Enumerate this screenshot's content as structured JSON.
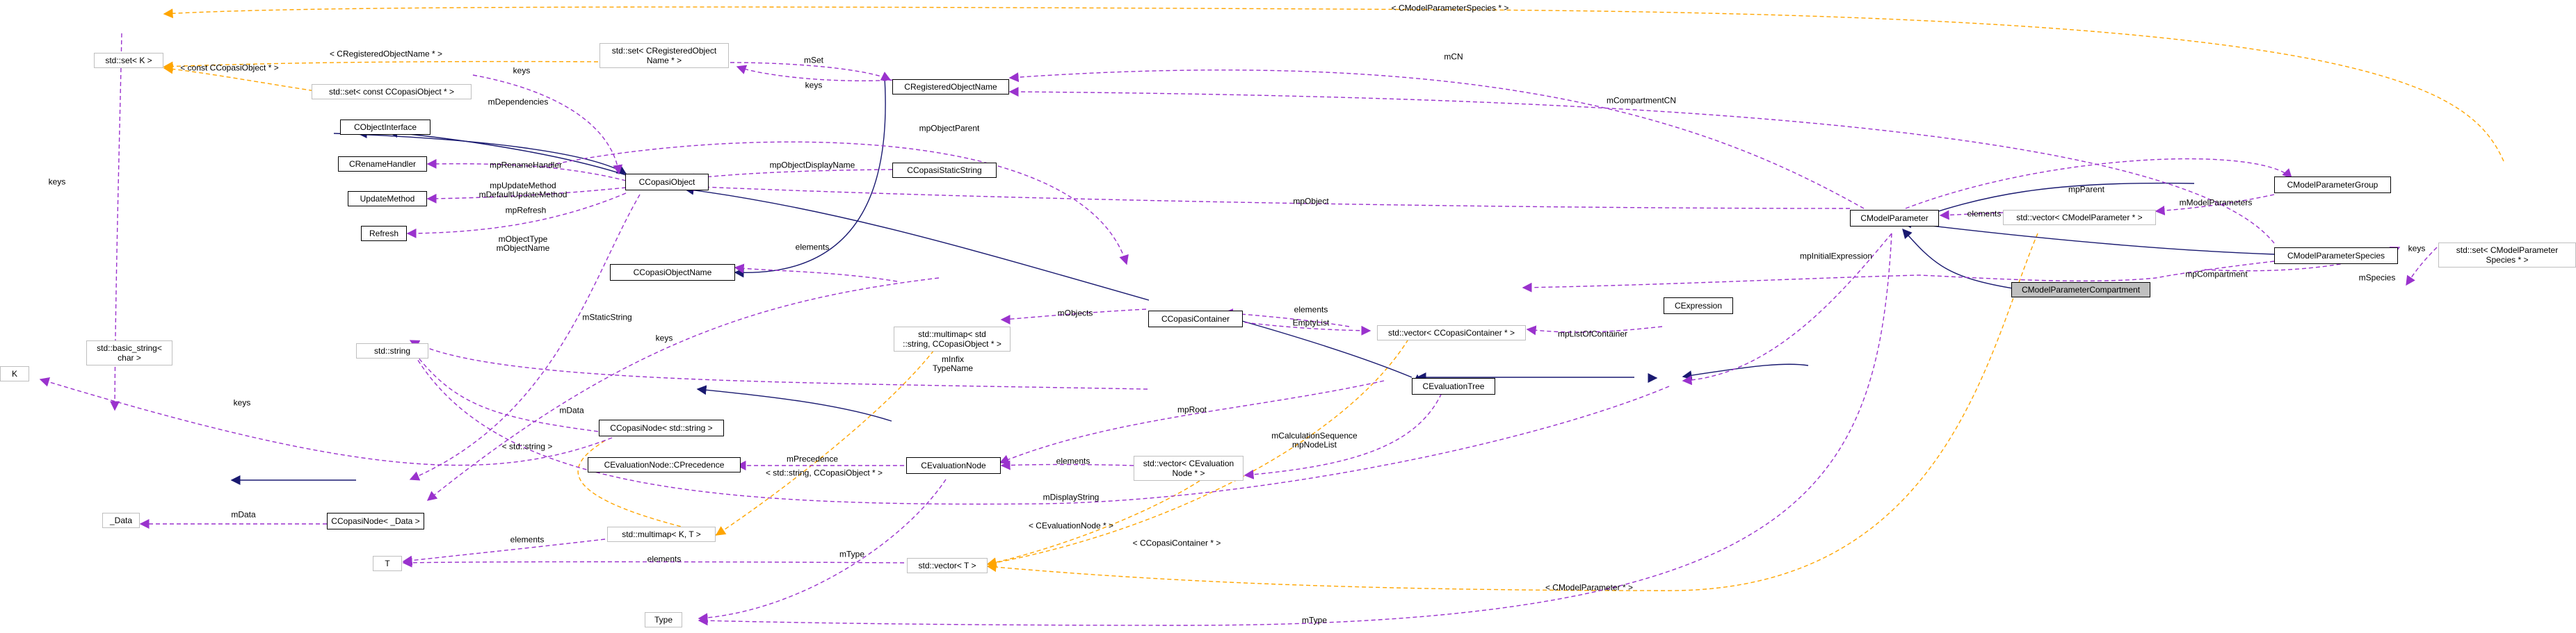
{
  "diagram": {
    "nodes": [
      {
        "id": "setK",
        "label": "std::set< K >",
        "external": true
      },
      {
        "id": "setRON",
        "label": "std::set< CRegisteredObject\nName * >",
        "external": true
      },
      {
        "id": "CRegisteredObjectName",
        "label": "CRegisteredObjectName"
      },
      {
        "id": "setCopasiObj",
        "label": "std::set< const CCopasiObject * >",
        "external": true
      },
      {
        "id": "CObjectInterface",
        "label": "CObjectInterface"
      },
      {
        "id": "CRenameHandler",
        "label": "CRenameHandler"
      },
      {
        "id": "UpdateMethod",
        "label": "UpdateMethod"
      },
      {
        "id": "Refresh",
        "label": "Refresh"
      },
      {
        "id": "CCopasiObject",
        "label": "CCopasiObject"
      },
      {
        "id": "CCopasiStaticString",
        "label": "CCopasiStaticString"
      },
      {
        "id": "CCopasiObjectName",
        "label": "CCopasiObjectName"
      },
      {
        "id": "K",
        "label": "K",
        "external": true
      },
      {
        "id": "basicString",
        "label": "std::basic_string<\nchar >",
        "external": true
      },
      {
        "id": "stdString",
        "label": "std::string",
        "external": true
      },
      {
        "id": "multimapStr",
        "label": "std::multimap< std\n::string, CCopasiObject * >",
        "external": true
      },
      {
        "id": "CCopasiContainer",
        "label": "CCopasiContainer"
      },
      {
        "id": "vecContainer",
        "label": "std::vector< CCopasiContainer * >",
        "external": true
      },
      {
        "id": "CCopasiNodeStr",
        "label": "CCopasiNode< std::string >"
      },
      {
        "id": "CEvalNodePrec",
        "label": "CEvaluationNode::CPrecedence"
      },
      {
        "id": "CEvaluationNode",
        "label": "CEvaluationNode"
      },
      {
        "id": "vecEvalNode",
        "label": "std::vector< CEvaluation\nNode * >",
        "external": true
      },
      {
        "id": "Data",
        "label": "_Data",
        "external": true
      },
      {
        "id": "CCopasiNodeData",
        "label": "CCopasiNode< _Data >"
      },
      {
        "id": "multimapKT",
        "label": "std::multimap< K, T >",
        "external": true
      },
      {
        "id": "T",
        "label": "T",
        "external": true
      },
      {
        "id": "vecT",
        "label": "std::vector< T >",
        "external": true
      },
      {
        "id": "Type",
        "label": "Type",
        "external": true
      },
      {
        "id": "CEvaluationTree",
        "label": "CEvaluationTree"
      },
      {
        "id": "CExpression",
        "label": "CExpression"
      },
      {
        "id": "CModelParameter",
        "label": "CModelParameter"
      },
      {
        "id": "vecModelParam",
        "label": "std::vector< CModelParameter * >",
        "external": true
      },
      {
        "id": "CModelParameterGroup",
        "label": "CModelParameterGroup"
      },
      {
        "id": "CModelParameterSpecies",
        "label": "CModelParameterSpecies"
      },
      {
        "id": "CModelParameterCompartment",
        "label": "CModelParameterCompartment",
        "focus": true
      },
      {
        "id": "setModelParamSpecies",
        "label": "std::set< CModelParameter\nSpecies * >",
        "external": true
      }
    ],
    "edge_labels": [
      {
        "id": "lblCModelParamSpecies",
        "text": "< CModelParameterSpecies * >"
      },
      {
        "id": "lblCRegObjName",
        "text": "< CRegisteredObjectName * >"
      },
      {
        "id": "lblConstCopasiObj",
        "text": "< const CCopasiObject * >"
      },
      {
        "id": "lblKeys1",
        "text": "keys"
      },
      {
        "id": "lblMSet",
        "text": "mSet"
      },
      {
        "id": "lblKeys2",
        "text": "keys"
      },
      {
        "id": "lblMCN",
        "text": "mCN"
      },
      {
        "id": "lblMDependencies",
        "text": "mDependencies"
      },
      {
        "id": "lblMpObjectParent",
        "text": "mpObjectParent"
      },
      {
        "id": "lblMCompartmentCN",
        "text": "mCompartmentCN"
      },
      {
        "id": "lblMpObjectDisplayName",
        "text": "mpObjectDisplayName"
      },
      {
        "id": "lblMpRenameHandler",
        "text": "mpRenameHandler"
      },
      {
        "id": "lblMpUpdateMethod",
        "text": "mpUpdateMethod\nmDefaultUpdateMethod"
      },
      {
        "id": "lblMpRefresh",
        "text": "mpRefresh"
      },
      {
        "id": "lblMObjectType",
        "text": "mObjectType\nmObjectName"
      },
      {
        "id": "lblMpObject",
        "text": "mpObject"
      },
      {
        "id": "lblMpParent",
        "text": "mpParent"
      },
      {
        "id": "lblElements1",
        "text": "elements"
      },
      {
        "id": "lblMModelParameters",
        "text": "mModelParameters"
      },
      {
        "id": "lblElements2",
        "text": "elements"
      },
      {
        "id": "lblMpInitialExpression",
        "text": "mpInitialExpression"
      },
      {
        "id": "lblKeys3",
        "text": "keys"
      },
      {
        "id": "lblMStaticString",
        "text": "mStaticString"
      },
      {
        "id": "lblMObjects",
        "text": "mObjects"
      },
      {
        "id": "lblElements3",
        "text": "elements"
      },
      {
        "id": "lblEmptyList",
        "text": "EmptyList"
      },
      {
        "id": "lblKeys4",
        "text": "keys"
      },
      {
        "id": "lblMpListOfContainer",
        "text": "mpListOfContainer"
      },
      {
        "id": "lblMpCompartment",
        "text": "mpCompartment"
      },
      {
        "id": "lblMSpecies",
        "text": "mSpecies"
      },
      {
        "id": "lblKeys5",
        "text": "keys"
      },
      {
        "id": "lblMInfix",
        "text": "mInfix\nTypeName"
      },
      {
        "id": "lblMData",
        "text": "mData"
      },
      {
        "id": "lblStdString",
        "text": "< std::string >"
      },
      {
        "id": "lblMpRoot",
        "text": "mpRoot"
      },
      {
        "id": "lblKeys6",
        "text": "keys"
      },
      {
        "id": "lblMPrecedence",
        "text": "mPrecedence"
      },
      {
        "id": "lblStdStringCopasi",
        "text": "< std::string, CCopasiObject * >"
      },
      {
        "id": "lblElements4",
        "text": "elements"
      },
      {
        "id": "lblMCalcSeq",
        "text": "mCalculationSequence\nmpNodeList"
      },
      {
        "id": "lblMDisplayString",
        "text": "mDisplayString"
      },
      {
        "id": "lblMData2",
        "text": "mData"
      },
      {
        "id": "lblElements5",
        "text": "elements"
      },
      {
        "id": "lblCEvalNode",
        "text": "< CEvaluationNode * >"
      },
      {
        "id": "lblCCopasiContainer",
        "text": "< CCopasiContainer * >"
      },
      {
        "id": "lblElements6",
        "text": "elements"
      },
      {
        "id": "lblMType1",
        "text": "mType"
      },
      {
        "id": "lblCModelParameter",
        "text": "< CModelParameter * >"
      },
      {
        "id": "lblMType2",
        "text": "mType"
      }
    ],
    "colors": {
      "inheritance": "#191970",
      "usage": "#9a32cd",
      "template": "#ffa500",
      "external_border": "#bfbfbf",
      "focus_fill": "#bfbfbf"
    }
  }
}
